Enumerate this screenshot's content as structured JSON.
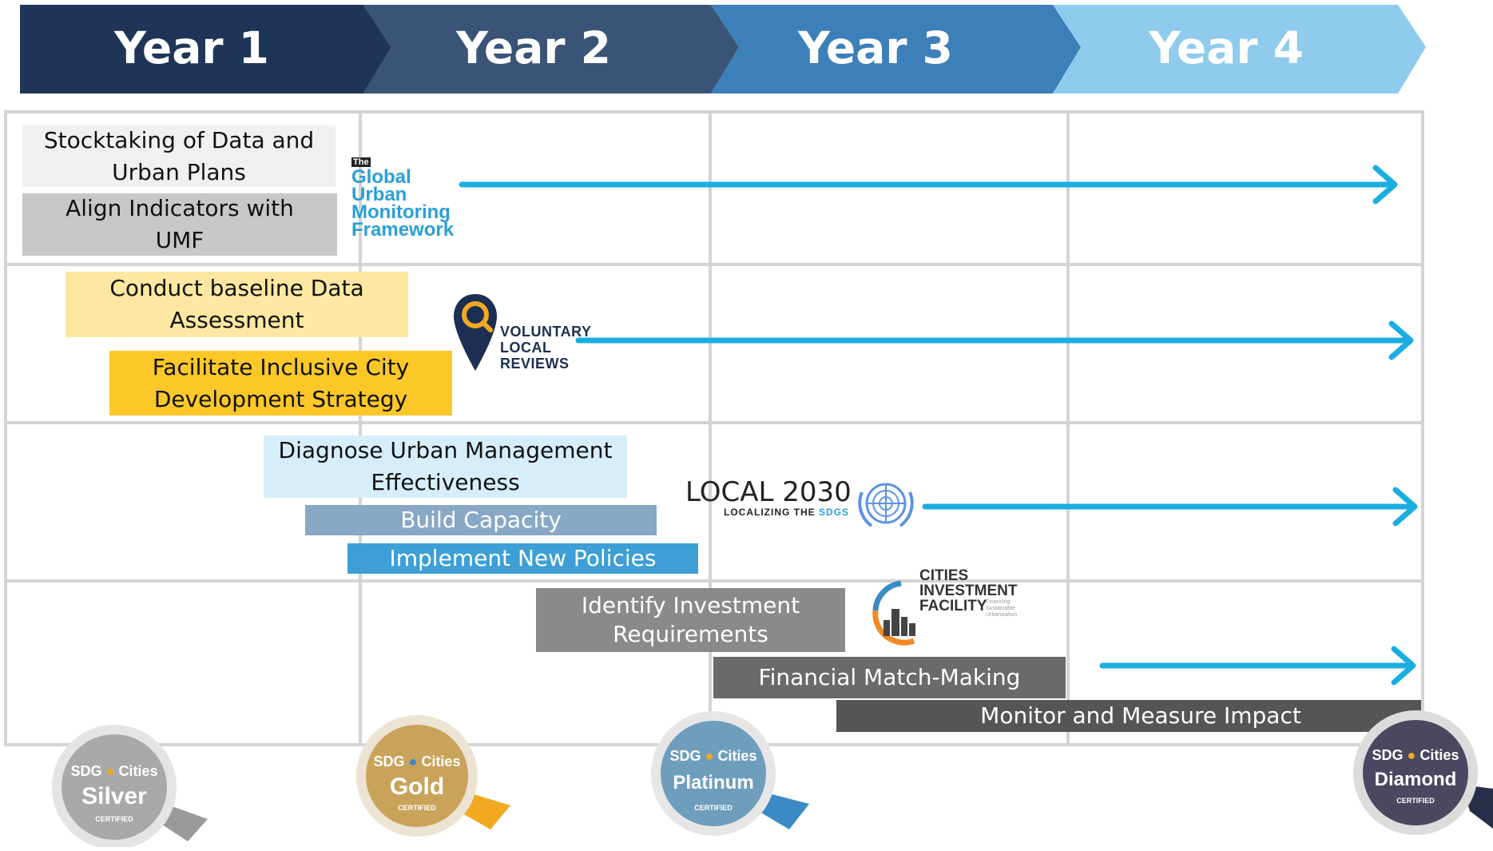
{
  "timeline": {
    "years": [
      {
        "label": "Year 1",
        "color": "#1e3558"
      },
      {
        "label": "Year 2",
        "color": "#3a5478"
      },
      {
        "label": "Year 3",
        "color": "#3d7fb9"
      },
      {
        "label": "Year 4",
        "color": "#8ecbec"
      }
    ]
  },
  "activities": [
    {
      "label": "Stocktaking of Data and Urban Plans",
      "color": "#f0f0f0"
    },
    {
      "label": "Align Indicators with UMF",
      "color": "#c8c8c8"
    },
    {
      "label": "Conduct baseline Data Assessment",
      "color": "#fce8a0"
    },
    {
      "label": "Facilitate Inclusive City Development Strategy",
      "color": "#fbc828"
    },
    {
      "label": "Diagnose Urban Management Effectiveness",
      "color": "#d6eefa"
    },
    {
      "label": "Build Capacity",
      "color": "#88a8c6"
    },
    {
      "label": "Implement New Policies",
      "color": "#3d9fd6"
    },
    {
      "label": "Identify Investment Requirements",
      "color": "#8a8a8a"
    },
    {
      "label": "Financial Match-Making",
      "color": "#6a6a6a"
    },
    {
      "label": "Monitor and Measure Impact",
      "color": "#555555"
    }
  ],
  "logos": {
    "gumf": {
      "badge": "The",
      "lines": [
        "Global",
        "Urban",
        "Monitoring",
        "Framework"
      ]
    },
    "vlr": {
      "lines": [
        "VOLUNTARY",
        "LOCAL",
        "REVIEWS"
      ]
    },
    "local2030": {
      "main": "LOCAL 2030",
      "sub_prefix": "LOCALIZING THE ",
      "sub_highlight": "SDGS"
    },
    "cif": {
      "lines": [
        "CITIES",
        "INVESTMENT",
        "FACILITY"
      ],
      "tagline": [
        "Financing",
        "Sustainable",
        "Urbanization"
      ]
    }
  },
  "medals": [
    {
      "brand": "SDG",
      "brand2": "Cities",
      "tier": "Silver",
      "certified": "CERTIFIED",
      "face": "#a9a9ab",
      "ribbon": "#9a9a9a"
    },
    {
      "brand": "SDG",
      "brand2": "Cities",
      "tier": "Gold",
      "certified": "CERTIFIED",
      "face": "#c9a35a",
      "ribbon": "#f2a922"
    },
    {
      "brand": "SDG",
      "brand2": "Cities",
      "tier": "Platinum",
      "certified": "CERTIFIED",
      "face": "#6f9ebd",
      "ribbon": "#3b8ac4"
    },
    {
      "brand": "SDG",
      "brand2": "Cities",
      "tier": "Diamond",
      "certified": "CERTIFIED",
      "face": "#4a4860",
      "ribbon": "#2a2d4a"
    }
  ],
  "colors": {
    "arrow": "#1aaee0",
    "grid": "#d4d4d4"
  }
}
